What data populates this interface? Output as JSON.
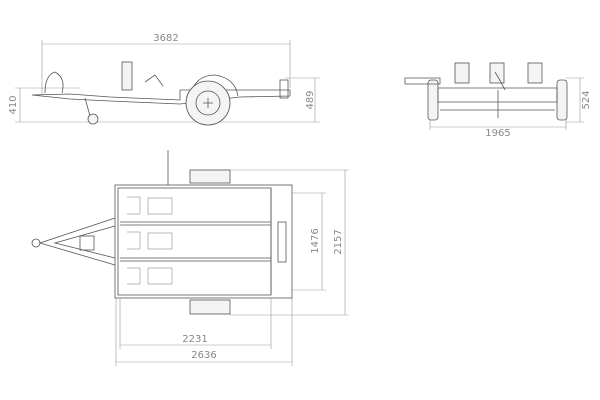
{
  "drawing": {
    "side_view": {
      "overall_length": "3682",
      "drawbar_height": "410",
      "deck_height": "489"
    },
    "front_view": {
      "overall_width": "1965",
      "height": "524"
    },
    "top_view": {
      "inner_width": "1476",
      "outer_width": "2157",
      "deck_length": "2231",
      "body_length": "2636"
    }
  }
}
